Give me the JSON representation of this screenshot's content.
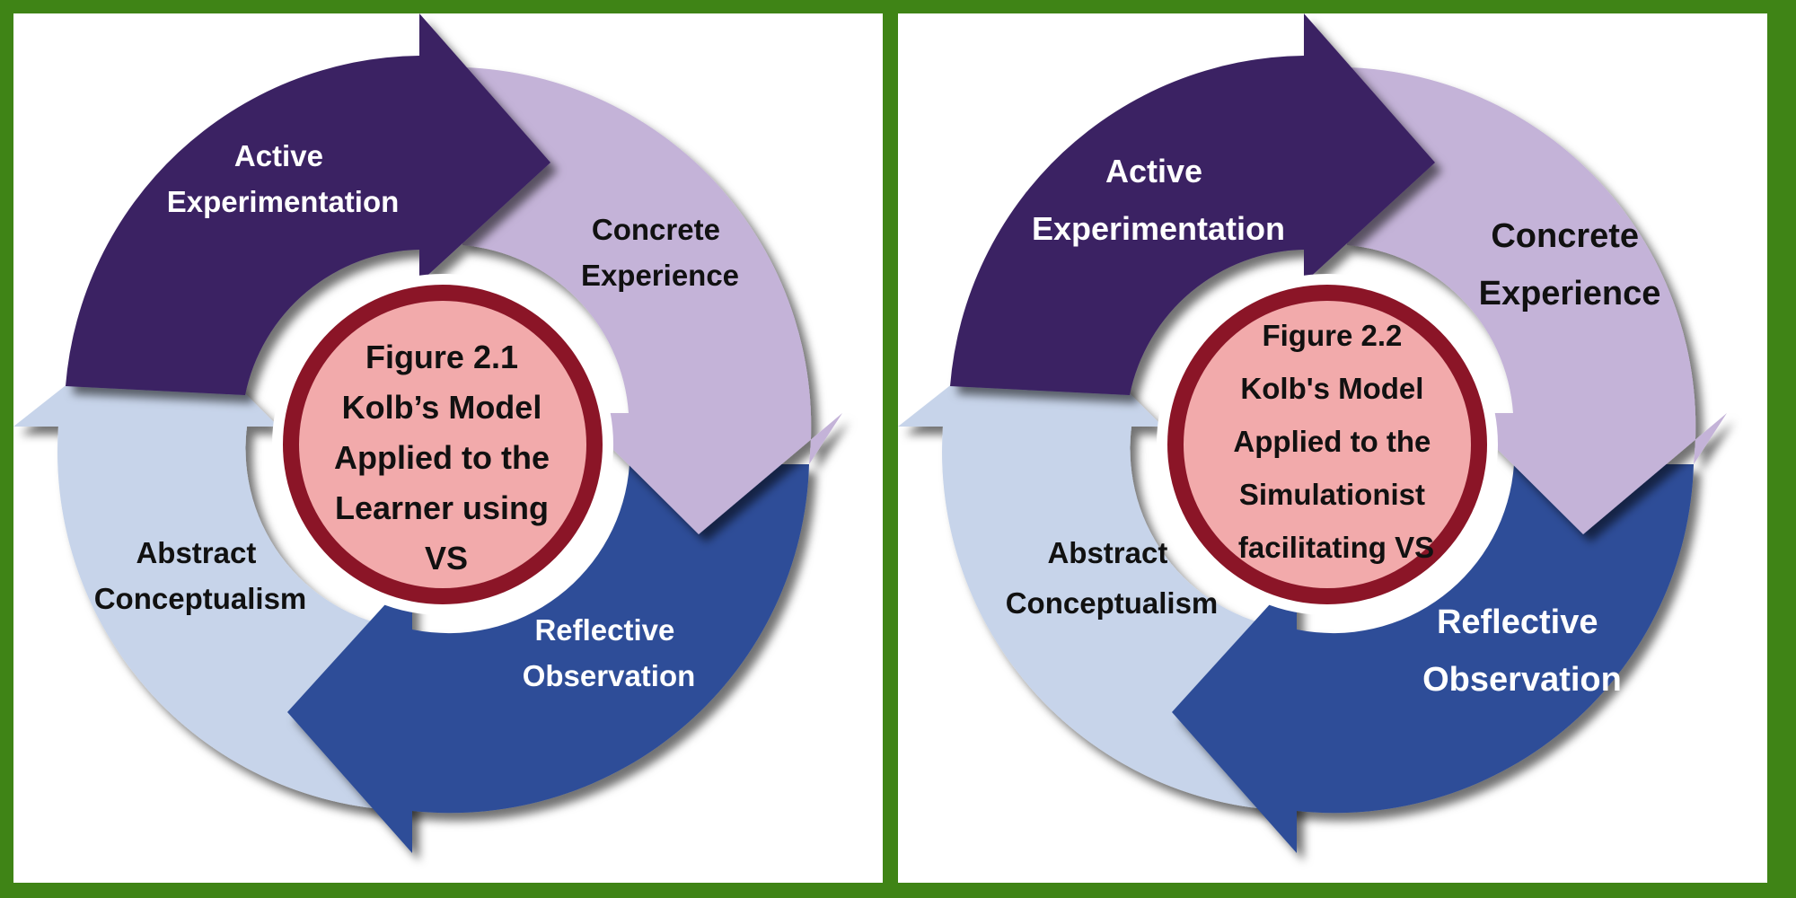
{
  "colors": {
    "background": "#3f8416",
    "panel": "#ffffff",
    "active_experimentation": "#3b2263",
    "concrete_experience": "#c4b3d8",
    "reflective_observation": "#2e4d98",
    "abstract_conceptualism": "#c7d4ea",
    "center_ring": "#8b1527",
    "center_fill": "#f2aaab"
  },
  "diagrams": [
    {
      "stages": {
        "active": [
          "Active",
          "Experimentation"
        ],
        "concrete": [
          "Concrete",
          "Experience"
        ],
        "reflective": [
          "Reflective",
          "Observation"
        ],
        "abstract": [
          "Abstract",
          "Conceptualism"
        ]
      },
      "center_lines": [
        "Figure 2.1",
        "Kolb’s Model",
        "Applied to the",
        "Learner using",
        "VS"
      ]
    },
    {
      "stages": {
        "active": [
          "Active",
          "Experimentation"
        ],
        "concrete": [
          "Concrete",
          "Experience"
        ],
        "reflective": [
          "Reflective",
          "Observation"
        ],
        "abstract": [
          "Abstract",
          "Conceptualism"
        ]
      },
      "center_lines": [
        "Figure 2.2",
        "Kolb's Model",
        "Applied to the",
        "Simulationist",
        "facilitating VS"
      ]
    }
  ]
}
